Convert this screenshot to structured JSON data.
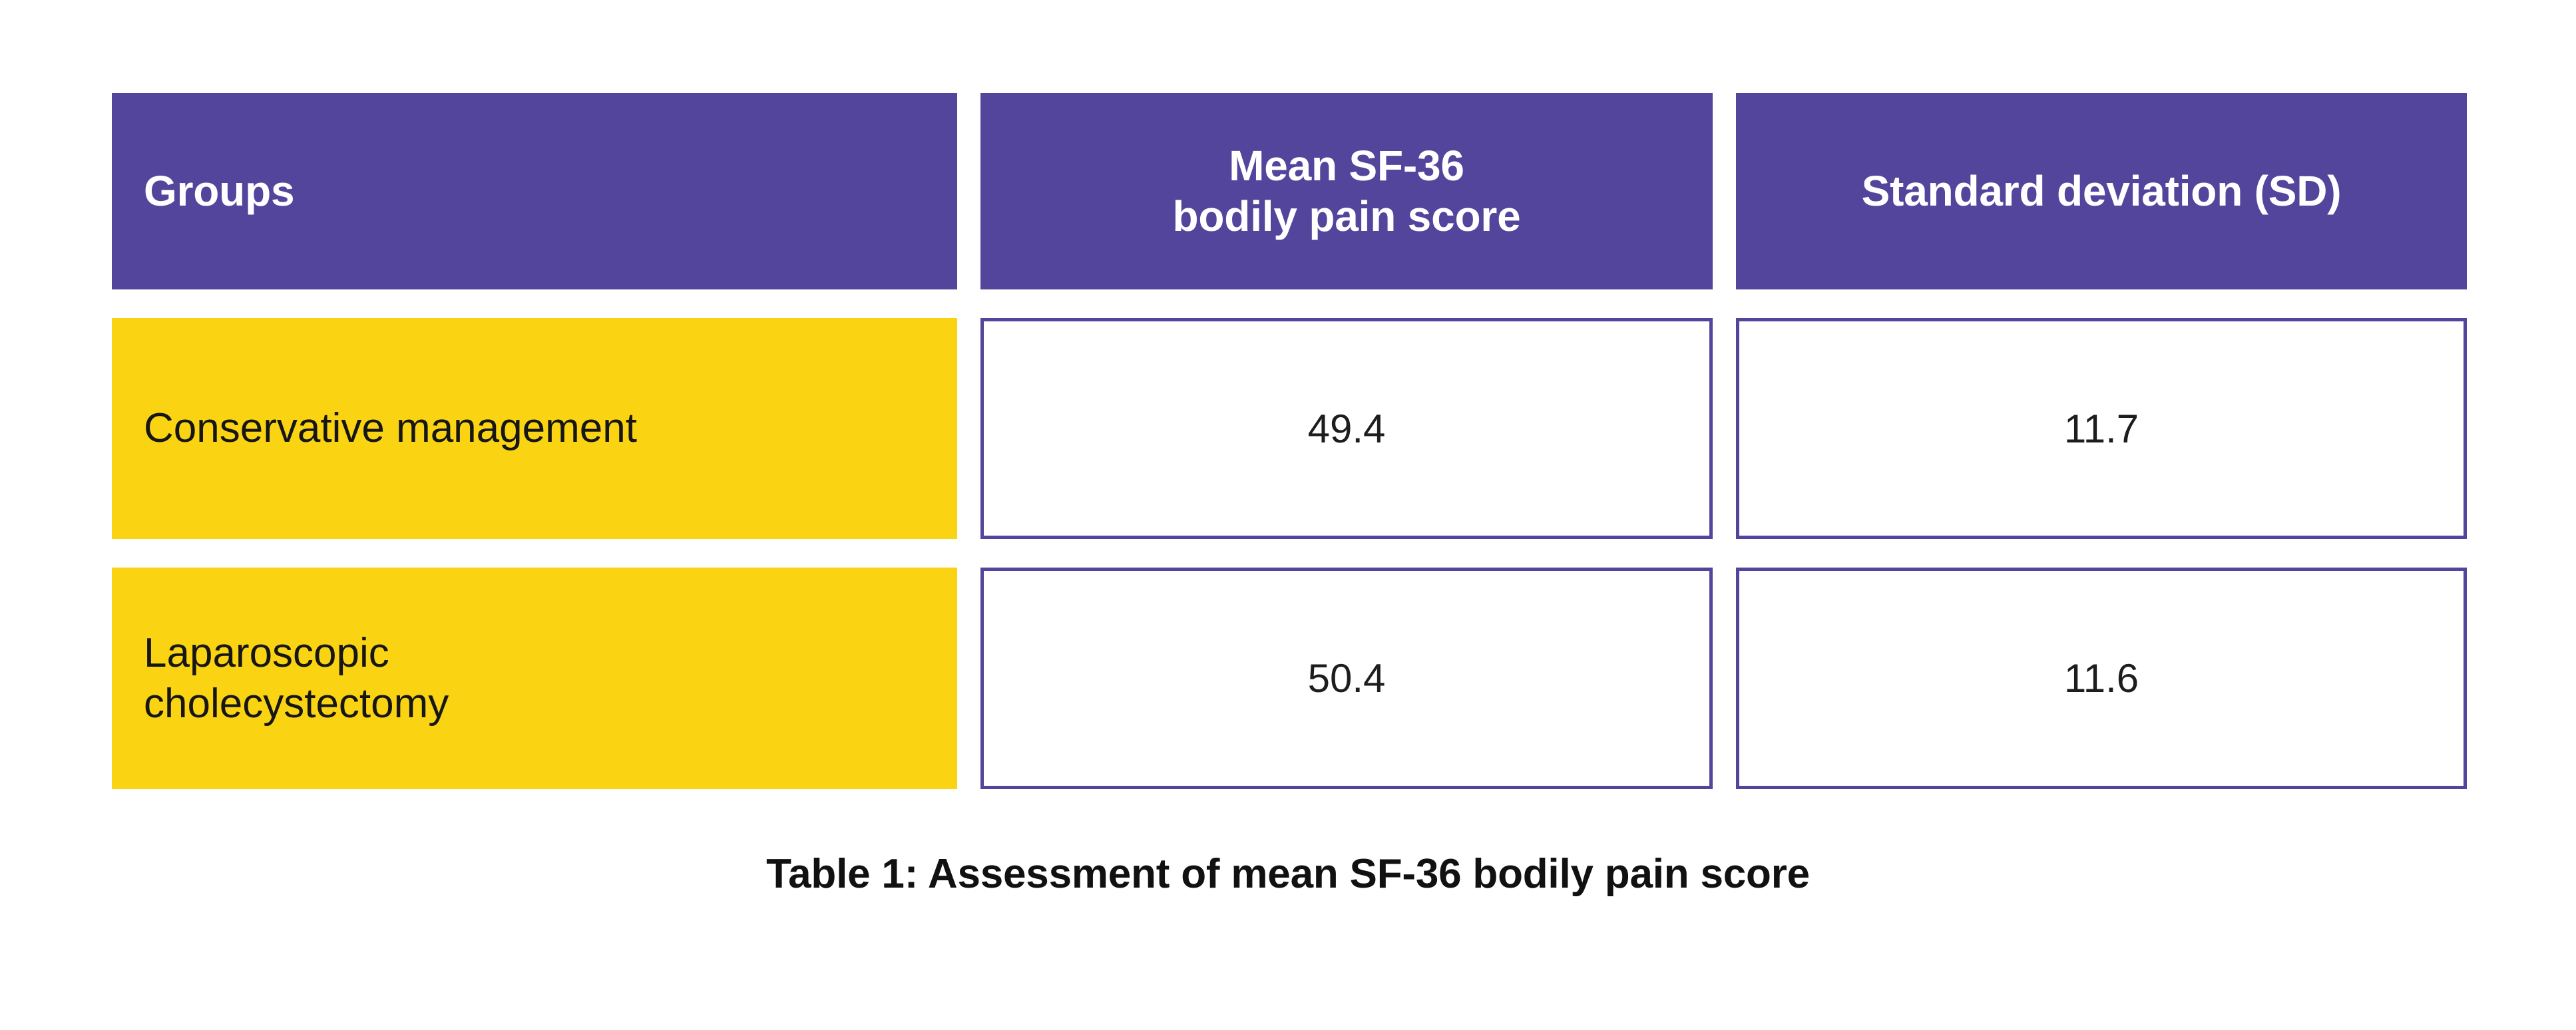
{
  "table": {
    "headers": [
      {
        "label": "Groups",
        "align": "left"
      },
      {
        "label": "Mean SF-36\nbodily pain score",
        "align": "center"
      },
      {
        "label": "Standard deviation (SD)",
        "align": "center"
      }
    ],
    "rows": [
      {
        "group": "Conservative management",
        "mean_sf36_bodily_pain_score": "49.4",
        "standard_deviation": "11.7"
      },
      {
        "group": "Laparoscopic\ncholecystectomy",
        "mean_sf36_bodily_pain_score": "50.4",
        "standard_deviation": "11.6"
      }
    ]
  },
  "caption": "Table 1: Assessment of mean SF-36 bodily pain score",
  "colors": {
    "header_purple": "#53459C",
    "group_yellow": "#FAD312",
    "cell_border": "#53459C",
    "page_background": "#FFFFFF",
    "header_text": "#FFFFFF",
    "body_text": "#161616",
    "caption_text": "#111111"
  },
  "chart_data": {
    "type": "table",
    "title": "Table 1: Assessment of mean SF-36 bodily pain score",
    "columns": [
      "Groups",
      "Mean SF-36 bodily pain score",
      "Standard deviation (SD)"
    ],
    "categories": [
      "Conservative management",
      "Laparoscopic cholecystectomy"
    ],
    "series": [
      {
        "name": "Mean SF-36 bodily pain score",
        "values": [
          49.4,
          50.4
        ]
      },
      {
        "name": "Standard deviation (SD)",
        "values": [
          11.7,
          11.6
        ]
      }
    ]
  }
}
